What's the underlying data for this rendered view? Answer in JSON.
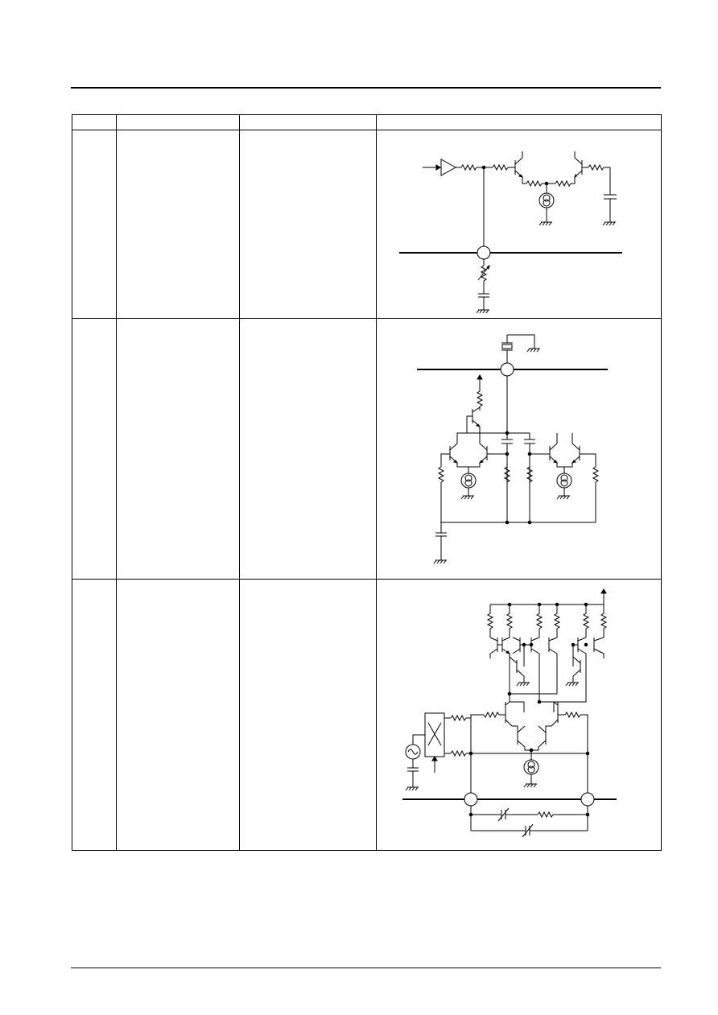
{
  "header": {
    "rule": "top"
  },
  "table": {
    "columns": [
      "",
      "",
      "",
      ""
    ],
    "rows": [
      {
        "cells": [
          "",
          "",
          ""
        ],
        "circuit": "circuit-diagram-1"
      },
      {
        "cells": [
          "",
          "",
          ""
        ],
        "circuit": "circuit-diagram-2"
      },
      {
        "cells": [
          "",
          "",
          ""
        ],
        "circuit": "circuit-diagram-3"
      }
    ]
  },
  "footer": {
    "rule": "bottom"
  }
}
